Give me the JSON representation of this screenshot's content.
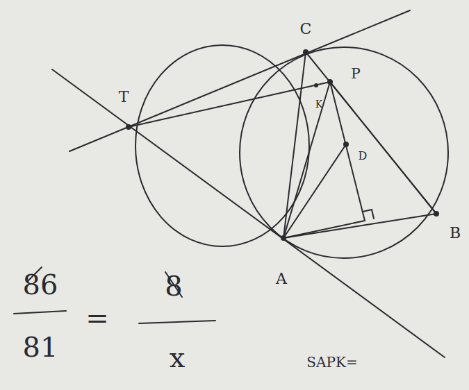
{
  "diagram": {
    "labels": [
      "C",
      "P",
      "T",
      "K",
      "D",
      "A",
      "B",
      "86",
      "81",
      "=",
      "8",
      "x",
      "SAPK="
    ]
  }
}
